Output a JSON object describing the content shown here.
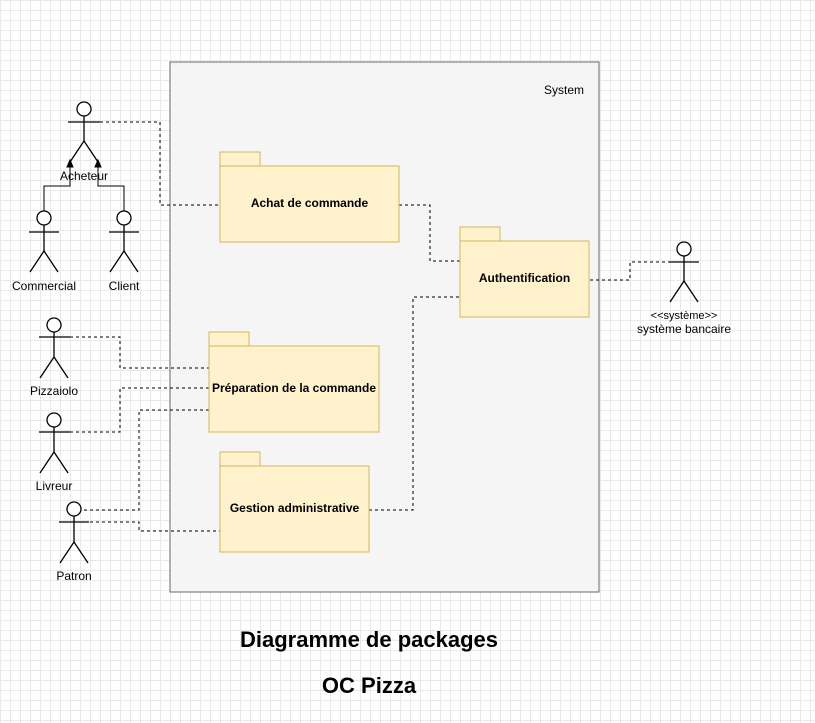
{
  "system": {
    "label": "System"
  },
  "packages": {
    "achat": "Achat de commande",
    "auth": "Authentification",
    "preparation": "Préparation de la commande",
    "gestion": "Gestion administrative"
  },
  "actors": {
    "acheteur": "Acheteur",
    "commercial": "Commercial",
    "client": "Client",
    "pizzaiolo": "Pizzaiolo",
    "livreur": "Livreur",
    "patron": "Patron",
    "banque_stereotype": "<<système>>",
    "banque": "système bancaire"
  },
  "title": {
    "line1": "Diagramme de packages",
    "line2": "OC Pizza"
  }
}
